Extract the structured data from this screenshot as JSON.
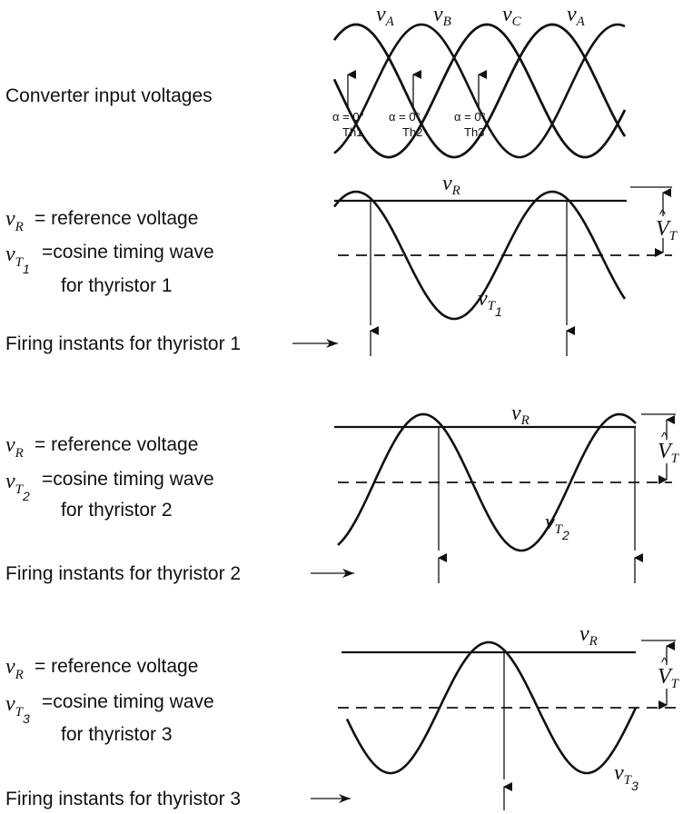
{
  "top": {
    "label": "Converter input voltages",
    "phase_symbol": "v",
    "phases": [
      "A",
      "B",
      "C",
      "A"
    ],
    "alpha_text": "α = 0°",
    "thyristors": [
      "Th1",
      "Th2",
      "Th3"
    ]
  },
  "panels": [
    {
      "ref_symbol": "v",
      "ref_sub": "R",
      "ref_desc": "reference voltage",
      "timing_symbol": "v",
      "timing_sub": "T",
      "timing_subsub": "1",
      "timing_desc_1": "cosine timing wave",
      "timing_desc_2": "for thyristor 1",
      "firing_label": "Firing instants for thyristor 1",
      "amp_symbol": "V",
      "amp_sub": "T"
    },
    {
      "ref_symbol": "v",
      "ref_sub": "R",
      "ref_desc": "reference voltage",
      "timing_symbol": "v",
      "timing_sub": "T",
      "timing_subsub": "2",
      "timing_desc_1": "cosine timing wave",
      "timing_desc_2": "for thyristor 2",
      "firing_label": "Firing instants for thyristor 2",
      "amp_symbol": "V",
      "amp_sub": "T"
    },
    {
      "ref_symbol": "v",
      "ref_sub": "R",
      "ref_desc": "reference voltage",
      "timing_symbol": "v",
      "timing_sub": "T",
      "timing_subsub": "3",
      "timing_desc_1": "cosine timing wave",
      "timing_desc_2": "for thyristor 3",
      "firing_label": "Firing instants for thyristor 3",
      "amp_symbol": "V",
      "amp_sub": "T"
    }
  ]
}
